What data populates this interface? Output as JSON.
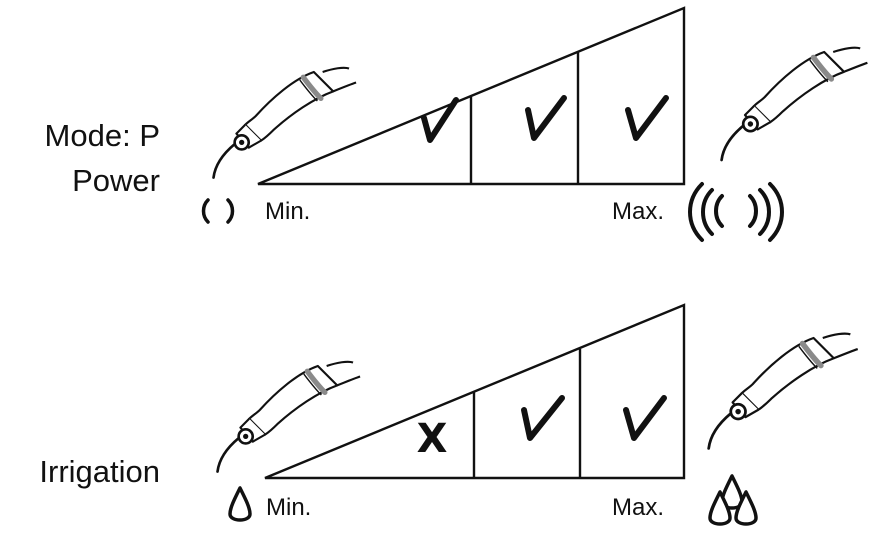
{
  "power": {
    "title_line1": "Mode: P",
    "title_line2": "Power",
    "min_label": "Min.",
    "max_label": "Max.",
    "segments": [
      {
        "mark": "check"
      },
      {
        "mark": "check"
      },
      {
        "mark": "check"
      }
    ]
  },
  "irrigation": {
    "title": "Irrigation",
    "min_label": "Min.",
    "max_label": "Max.",
    "segments": [
      {
        "mark": "cross",
        "text": "X"
      },
      {
        "mark": "check"
      },
      {
        "mark": "check"
      }
    ]
  },
  "icons": {
    "low_power": "vibration-low-icon",
    "high_power": "vibration-high-icon",
    "low_water": "drop-single-icon",
    "high_water": "drops-many-icon",
    "handpiece": "scaler-handpiece-icon"
  },
  "colors": {
    "line": "#111111",
    "band": "#8a8a8a",
    "background": "#ffffff"
  }
}
